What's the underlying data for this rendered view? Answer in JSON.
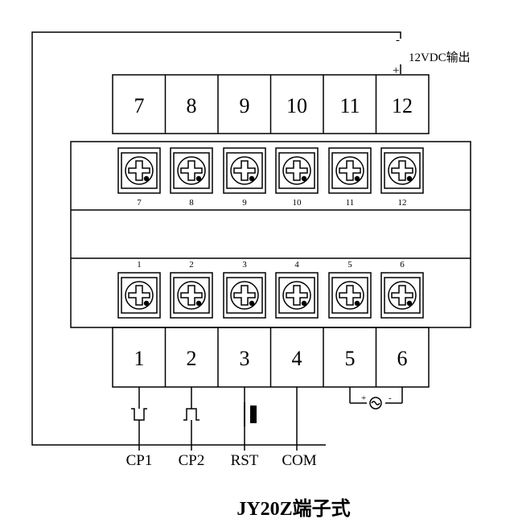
{
  "title": "JY20Z端子式",
  "output_note": "12VDC输出",
  "polarity": {
    "minus": "-",
    "plus": "+"
  },
  "top_blocks": [
    "7",
    "8",
    "9",
    "10",
    "11",
    "12"
  ],
  "top_screw_labels": [
    "7",
    "8",
    "9",
    "10",
    "11",
    "12"
  ],
  "bottom_screw_labels": [
    "1",
    "2",
    "3",
    "4",
    "5",
    "6"
  ],
  "bottom_blocks": [
    "1",
    "2",
    "3",
    "4",
    "5",
    "6"
  ],
  "signals": [
    "CP1",
    "CP2",
    "RST",
    "COM"
  ],
  "power_polarity": {
    "plus": "+",
    "minus": "-"
  }
}
